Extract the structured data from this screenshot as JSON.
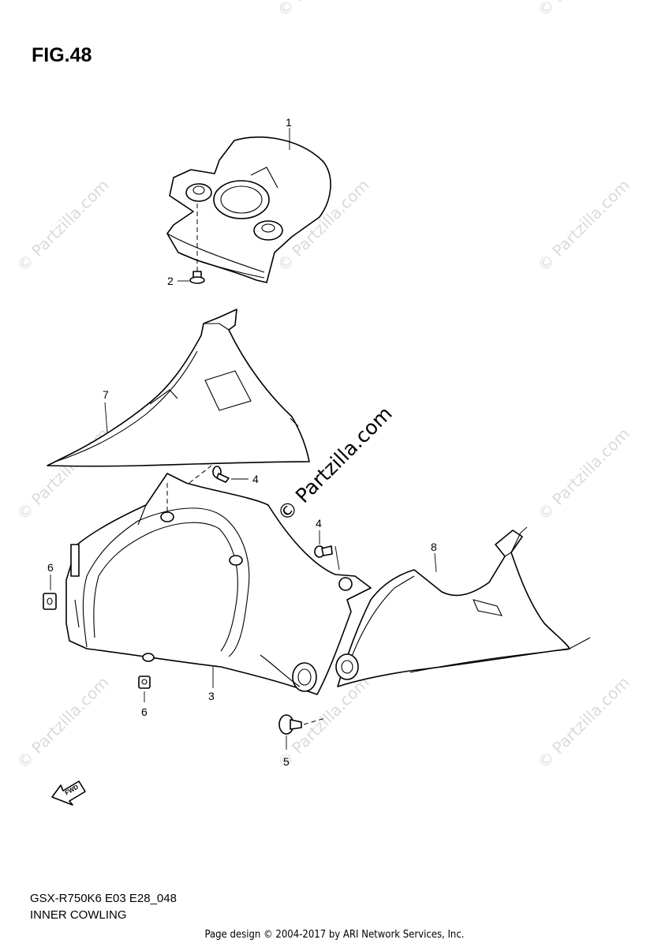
{
  "figure_title": "FIG.48",
  "model_code": "GSX-R750K6 E03 E28_048",
  "section_name": "INNER COWLING",
  "credit": "Page design © 2004-2017 by ARI Network Services, Inc.",
  "watermark_text": "© Partzilla.com",
  "fwd_label": "FWD",
  "callouts": [
    "1",
    "2",
    "7",
    "4",
    "4",
    "8",
    "6",
    "3",
    "6",
    "5"
  ]
}
